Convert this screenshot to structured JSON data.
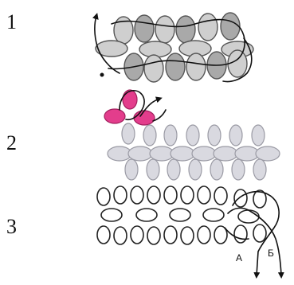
{
  "steps": [
    {
      "number": "1"
    },
    {
      "number": "2"
    },
    {
      "number": "3"
    }
  ],
  "step3": {
    "label_a": "А",
    "label_b": "Б"
  }
}
